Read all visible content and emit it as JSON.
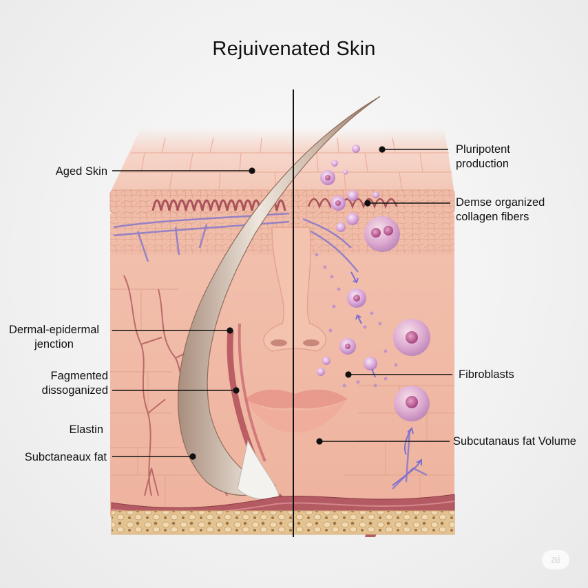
{
  "title": "Rejuivenated Skin",
  "labels_left": [
    {
      "id": "aged-skin",
      "lines": [
        "Aged Skin"
      ]
    },
    {
      "id": "dermal-epidermal",
      "lines": [
        "Dermal-epidermal",
        "jenction"
      ]
    },
    {
      "id": "fragmented",
      "lines": [
        "Fagmented",
        "dissoganized"
      ]
    },
    {
      "id": "elastin",
      "lines": [
        "Elastin"
      ]
    },
    {
      "id": "subcutaneous-fat",
      "lines": [
        "Subctaneaux fat"
      ]
    }
  ],
  "labels_right": [
    {
      "id": "pluripotent",
      "lines": [
        "Pluripotent",
        "production"
      ]
    },
    {
      "id": "collagen",
      "lines": [
        "Demse organized",
        "collagen fibers"
      ]
    },
    {
      "id": "fibroblasts",
      "lines": [
        "Fibroblasts"
      ]
    },
    {
      "id": "fat-volume",
      "lines": [
        "Subcutanaus fat Volume"
      ]
    }
  ],
  "watermark": "ai",
  "colors": {
    "skin_light": "#f6d3c6",
    "skin_mid": "#efb9a6",
    "skin_dark": "#e29a85",
    "vessel": "#b5525a",
    "nerve": "#8d7bc9",
    "cell": "#c98cc7",
    "fat": "#e5c594",
    "hair": "#c9b6a6"
  }
}
